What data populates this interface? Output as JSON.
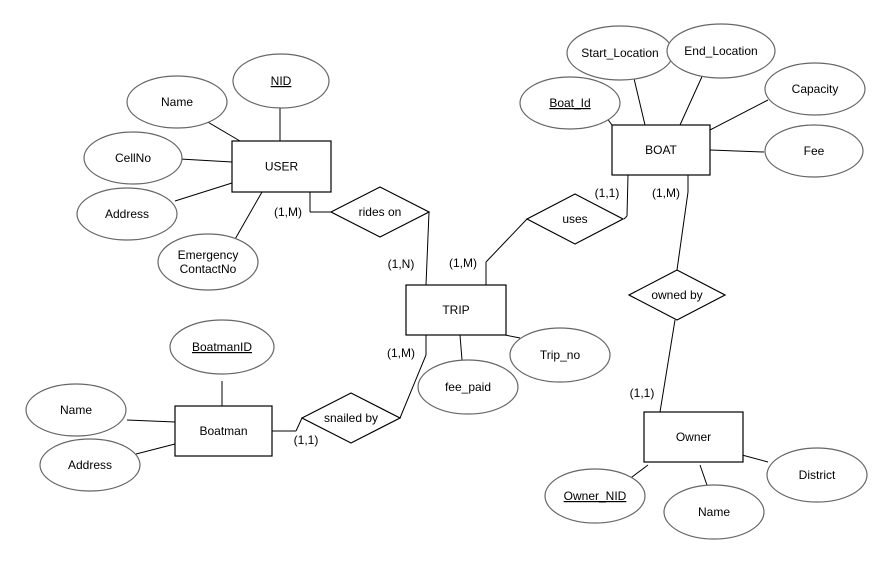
{
  "diagram": {
    "entities": [
      {
        "id": "user",
        "label": "USER"
      },
      {
        "id": "boat",
        "label": "BOAT"
      },
      {
        "id": "trip",
        "label": "TRIP"
      },
      {
        "id": "boatman",
        "label": "Boatman"
      },
      {
        "id": "owner",
        "label": "Owner"
      }
    ],
    "relationships": [
      {
        "id": "rides",
        "label": "rides on"
      },
      {
        "id": "uses",
        "label": "uses"
      },
      {
        "id": "owned",
        "label": "owned by"
      },
      {
        "id": "snailed",
        "label": "snailed by"
      }
    ],
    "attributes": [
      {
        "id": "user_nid",
        "label": "NID",
        "key": true
      },
      {
        "id": "user_name",
        "label": "Name",
        "key": false
      },
      {
        "id": "user_cell",
        "label": "CellNo",
        "key": false
      },
      {
        "id": "user_addr",
        "label": "Address",
        "key": false
      },
      {
        "id": "user_emerg",
        "label": "Emergency\nContactNo",
        "key": false
      },
      {
        "id": "boat_id",
        "label": "Boat_Id",
        "key": true
      },
      {
        "id": "boat_start",
        "label": "Start_Location",
        "key": false
      },
      {
        "id": "boat_end",
        "label": "End_Location",
        "key": false
      },
      {
        "id": "boat_cap",
        "label": "Capacity",
        "key": false
      },
      {
        "id": "boat_fee",
        "label": "Fee",
        "key": false
      },
      {
        "id": "trip_fee",
        "label": "fee_paid",
        "key": false
      },
      {
        "id": "trip_no",
        "label": "Trip_no",
        "key": false
      },
      {
        "id": "bm_id",
        "label": "BoatmanID",
        "key": true
      },
      {
        "id": "bm_name",
        "label": "Name",
        "key": false
      },
      {
        "id": "bm_addr",
        "label": "Address",
        "key": false
      },
      {
        "id": "ow_nid",
        "label": "Owner_NID",
        "key": true
      },
      {
        "id": "ow_name",
        "label": "Name",
        "key": false
      },
      {
        "id": "ow_dist",
        "label": "District",
        "key": false
      }
    ],
    "cardinalities": [
      {
        "id": "c_user_rides",
        "label": "(1,M)"
      },
      {
        "id": "c_trip_rides",
        "label": "(1,N)"
      },
      {
        "id": "c_trip_uses",
        "label": "(1,M)"
      },
      {
        "id": "c_boat_uses",
        "label": "(1,1)"
      },
      {
        "id": "c_boat_owned",
        "label": "(1,M)"
      },
      {
        "id": "c_owner_owned",
        "label": "(1,1)"
      },
      {
        "id": "c_trip_snailed",
        "label": "(1,M)"
      },
      {
        "id": "c_boatman_snailed",
        "label": "(1,1)"
      }
    ]
  }
}
